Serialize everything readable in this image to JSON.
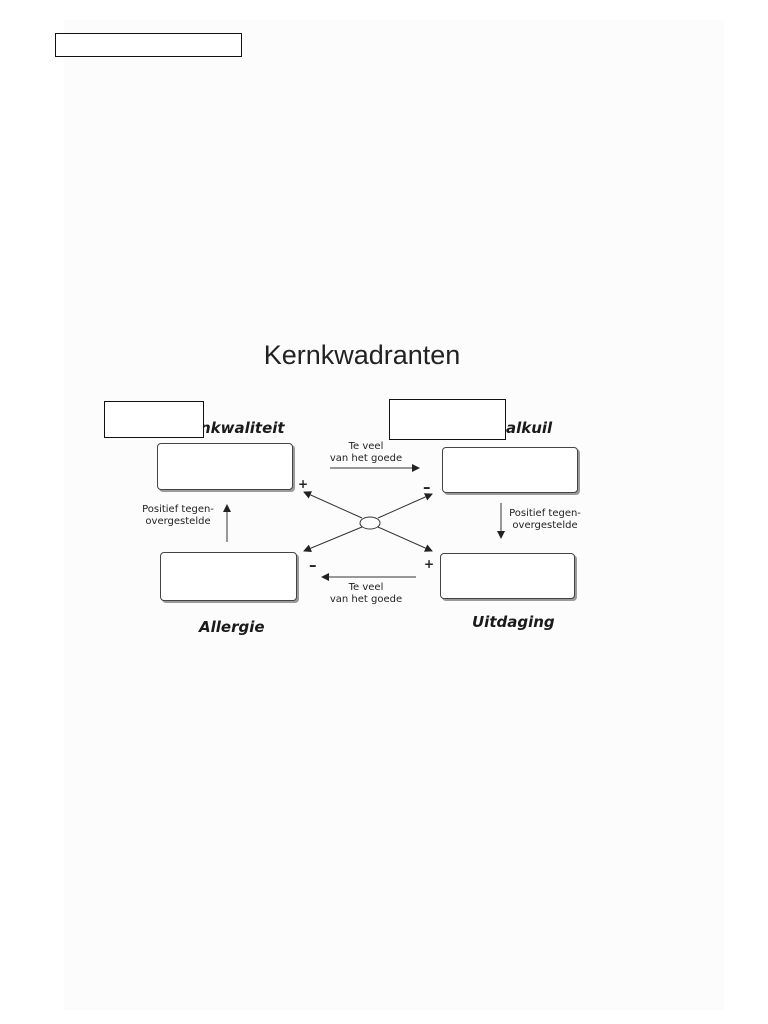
{
  "title": "Kernkwadranten",
  "quadrants": {
    "top_left": {
      "label": "nkwaliteit",
      "sign": "+"
    },
    "top_right": {
      "label": "alkuil",
      "sign": "–"
    },
    "bottom_left": {
      "label": "Allergie",
      "sign": "–"
    },
    "bottom_right": {
      "label": "Uitdaging",
      "sign": "+"
    }
  },
  "arrows": {
    "top": {
      "line1": "Te veel",
      "line2": "van het goede"
    },
    "bottom": {
      "line1": "Te veel",
      "line2": "van het goede"
    },
    "left": {
      "line1": "Positief tegen-",
      "line2": "overgestelde"
    },
    "right": {
      "line1": "Positief tegen-",
      "line2": "overgestelde"
    }
  }
}
